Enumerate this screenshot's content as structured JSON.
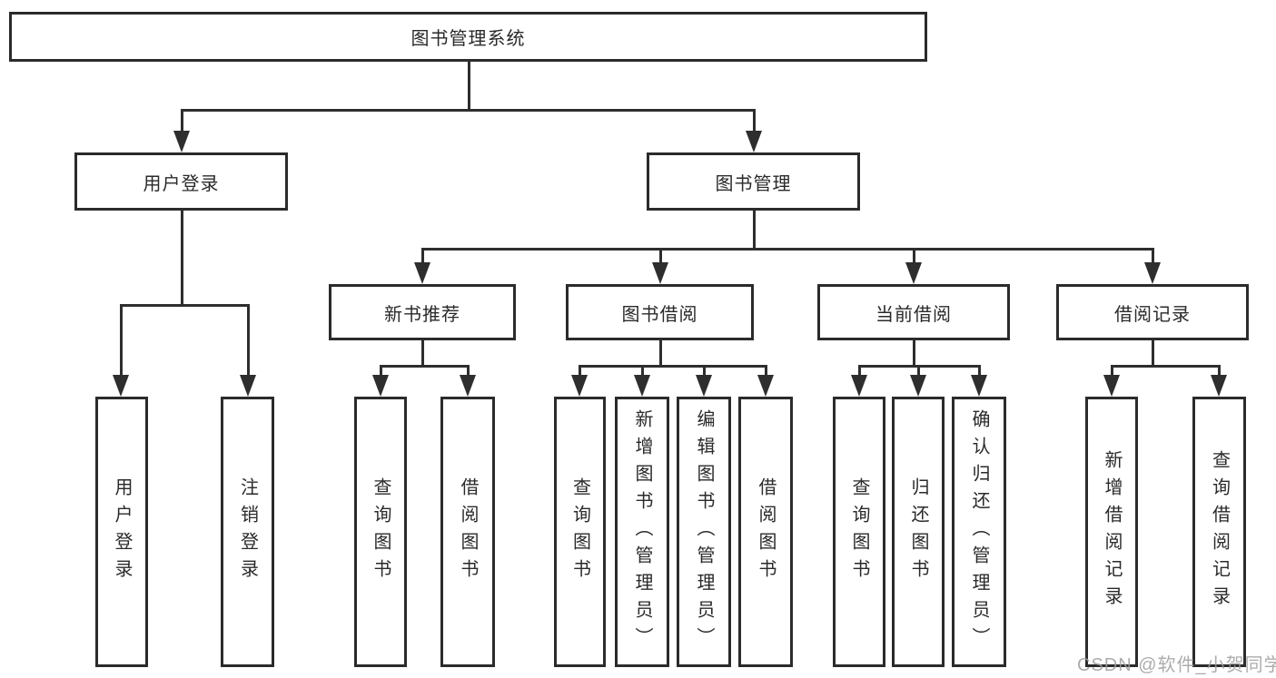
{
  "root": {
    "label": "图书管理系统"
  },
  "level2": [
    {
      "label": "用户登录"
    },
    {
      "label": "图书管理"
    }
  ],
  "level3": [
    {
      "label": "新书推荐",
      "parent": "图书管理"
    },
    {
      "label": "图书借阅",
      "parent": "图书管理"
    },
    {
      "label": "当前借阅",
      "parent": "图书管理"
    },
    {
      "label": "借阅记录",
      "parent": "图书管理"
    }
  ],
  "leaves": [
    {
      "label": "用户登录",
      "parent": "用户登录"
    },
    {
      "label": "注销登录",
      "parent": "用户登录"
    },
    {
      "label": "查询图书",
      "parent": "新书推荐"
    },
    {
      "label": "借阅图书",
      "parent": "新书推荐"
    },
    {
      "label": "查询图书",
      "parent": "图书借阅"
    },
    {
      "label": "新增图书（管理员）",
      "parent": "图书借阅"
    },
    {
      "label": "编辑图书（管理员）",
      "parent": "图书借阅"
    },
    {
      "label": "借阅图书",
      "parent": "图书借阅"
    },
    {
      "label": "查询图书",
      "parent": "当前借阅"
    },
    {
      "label": "归还图书",
      "parent": "当前借阅"
    },
    {
      "label": "确认归还（管理员）",
      "parent": "当前借阅"
    },
    {
      "label": "新增借阅记录",
      "parent": "借阅记录"
    },
    {
      "label": "查询借阅记录",
      "parent": "借阅记录"
    }
  ],
  "watermark": {
    "text": "CSDN @软件_小贺同学",
    "color": "#b3b3b3"
  },
  "colors": {
    "line": "#2e2e2e",
    "box_border": "#2b2b2b",
    "text": "#2a2a2a",
    "background": "#ffffff"
  }
}
